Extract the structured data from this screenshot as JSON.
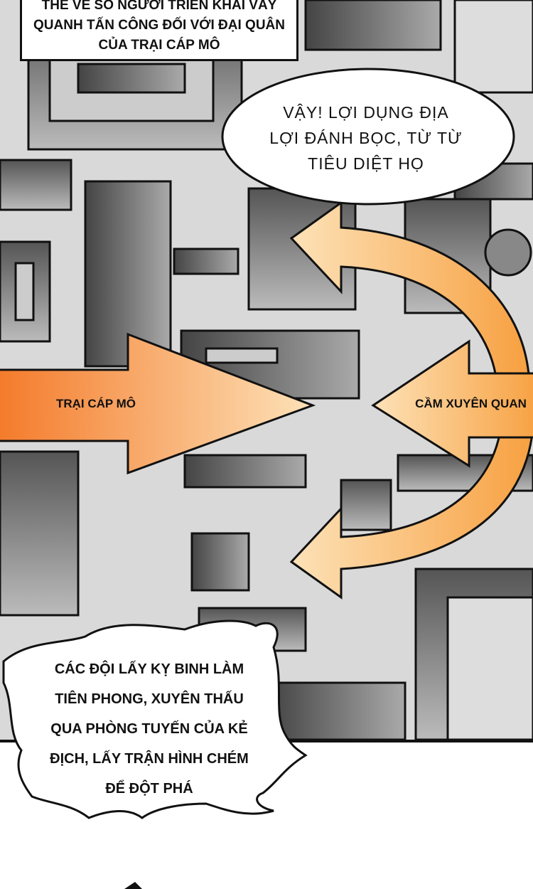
{
  "caption": {
    "lines": [
      "THẾ VỀ SỐ NGƯỜI TRIỂN KHAI VÂY",
      "QUANH TẤN CÔNG ĐỐI VỚI ĐẠI QUÂN",
      "CỦA TRẠI CÁP MÔ"
    ]
  },
  "speech_top": {
    "lines": [
      "VẬY! LỢI DỤNG ĐỊA",
      "LỢI ĐÁNH BỌC, TỪ TỪ",
      "TIÊU DIỆT HỌ"
    ]
  },
  "map": {
    "left_arrow_label": "TRẠI CÁP MÔ",
    "right_arrow_label": "CẦM XUYÊN QUAN",
    "arrow_color": "#f7a040"
  },
  "speech_bottom": {
    "lines": [
      "CÁC ĐỘI LẤY KỴ BINH LÀM",
      "TIÊN PHONG, XUYÊN THẤU",
      "QUA PHÒNG TUYẾN CỦA KẺ",
      "ĐỊCH, LẤY TRẬN HÌNH CHÉM",
      "ĐỂ ĐỘT PHÁ"
    ]
  }
}
